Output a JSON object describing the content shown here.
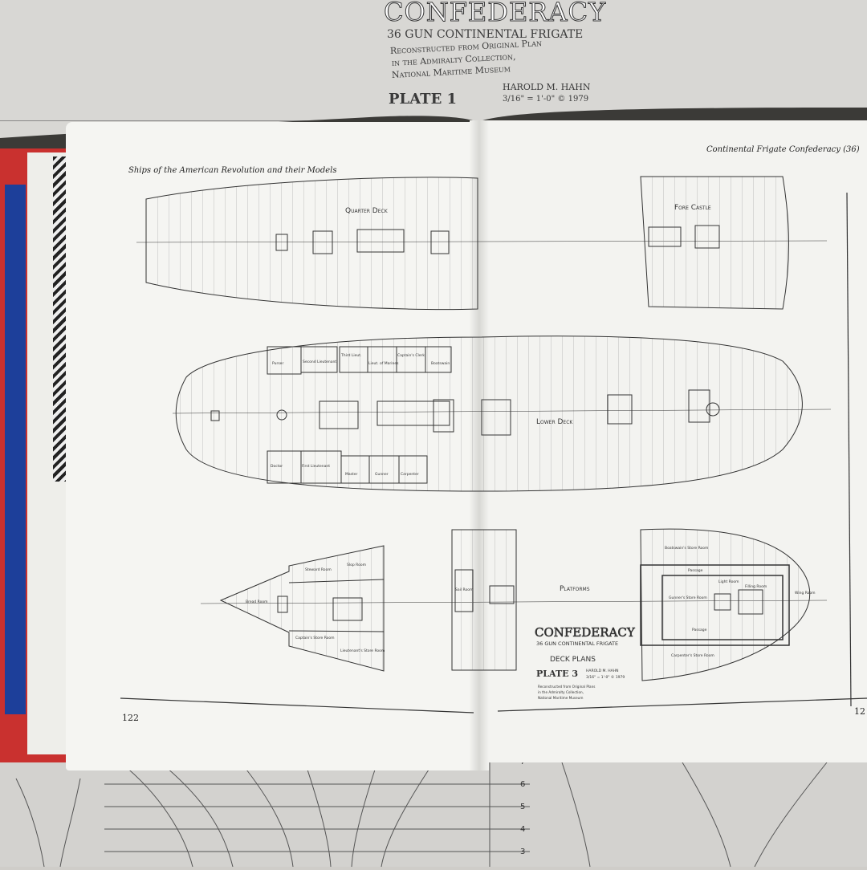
{
  "poster_top": {
    "title": "CONFEDERACY",
    "subtitle": "36 GUN CONTINENTAL FRIGATE",
    "note_lines": [
      "Reconstructed from Original Plan",
      "in the Admiralty Collection,",
      "National Maritime Museum"
    ],
    "author": "HAROLD M. HAHN",
    "plate": "PLATE 1",
    "scale": "3/16\" = 1'-0\" © 1979"
  },
  "poster_bottom": {
    "scale_numbers": [
      "7",
      "6",
      "5",
      "4",
      "3"
    ]
  },
  "left_page": {
    "running_head": "Ships of the American Revolution and their Models",
    "page_number": "122"
  },
  "right_page": {
    "running_head": "Continental Frigate Confederacy (36)",
    "page_number": "12"
  },
  "plan": {
    "quarter_deck": "Quarter Deck",
    "fore_castle": "Fore Castle",
    "lower_deck": "Lower Deck",
    "platforms": "Platforms",
    "lower_rooms_top": [
      "Purser",
      "Second Lieutenant",
      "Third Lieut.",
      "Lieut. of Marines",
      "Captain's Clerk",
      "Boatswain"
    ],
    "lower_rooms_bottom": [
      "Doctor",
      "First Lieutenant",
      "Master",
      "Gunner",
      "Carpenter"
    ],
    "aft_platform_rooms": [
      "Steward Room",
      "Slop Room",
      "Bread Room",
      "Captain's Store Room",
      "Lieutenant's Store Room"
    ],
    "mid_platform_rooms": [
      "Sail Room"
    ],
    "fore_platform_rooms": [
      "Boatswain's Store Room",
      "Passage",
      "Light Room",
      "Filling Room",
      "Gunner's Store Room",
      "Passage",
      "Carpenter's Store Room",
      "Wing Room"
    ],
    "title_block": {
      "title": "CONFEDERACY",
      "subtitle": "36 GUN CONTINENTAL FRIGATE",
      "heading": "DECK PLANS",
      "plate": "PLATE 3",
      "author": "HAROLD M. HAHN",
      "scale": "3/16\" = 1'-0\" © 1979",
      "note_lines": [
        "Reconstructed from Original Plans",
        "in the Admiralty Collection,",
        "National Maritime Museum"
      ]
    }
  }
}
